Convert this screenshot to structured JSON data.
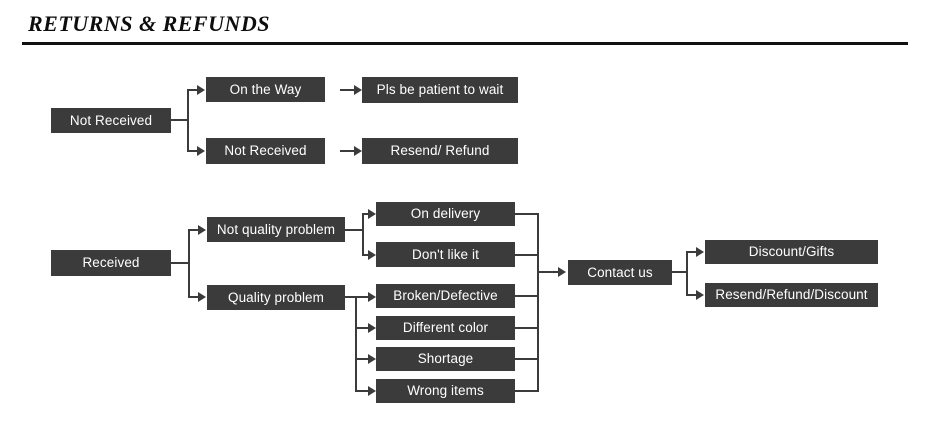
{
  "header": {
    "title": "RETURNS & REFUNDS"
  },
  "diagram": {
    "type": "flowchart",
    "node_fill": "#3b3b3b",
    "node_text_color": "#ffffff",
    "connector_color": "#3b3b3b",
    "branches": [
      {
        "root": "Not Received",
        "paths": [
          {
            "status": "On the Way",
            "resolution": "Pls be patient to wait"
          },
          {
            "status": "Not Received",
            "resolution": "Resend/ Refund"
          }
        ]
      },
      {
        "root": "Received",
        "categories": [
          {
            "label": "Not quality problem",
            "reasons": [
              "On delivery",
              "Don't like it"
            ]
          },
          {
            "label": "Quality problem",
            "reasons": [
              "Broken/Defective",
              "Different color",
              "Shortage",
              "Wrong items"
            ]
          }
        ],
        "funnel": "Contact us",
        "outcomes": [
          "Discount/Gifts",
          "Resend/Refund/Discount"
        ]
      }
    ],
    "nodes": {
      "not_received_root": "Not Received",
      "on_the_way": "On the Way",
      "pls_be_patient": "Pls be patient to wait",
      "not_received_child": "Not Received",
      "resend_refund": "Resend/ Refund",
      "received_root": "Received",
      "not_quality_problem": "Not quality problem",
      "quality_problem": "Quality problem",
      "on_delivery": "On delivery",
      "dont_like_it": "Don't like it",
      "broken_defective": "Broken/Defective",
      "different_color": "Different color",
      "shortage": "Shortage",
      "wrong_items": "Wrong items",
      "contact_us": "Contact us",
      "discount_gifts": "Discount/Gifts",
      "resend_refund_discount": "Resend/Refund/Discount"
    }
  }
}
